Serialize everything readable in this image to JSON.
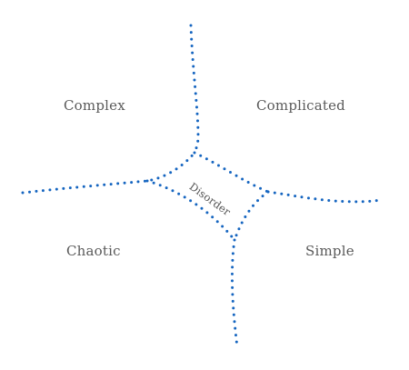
{
  "domains": {
    "complex": "Complex",
    "complicated": "Complicated",
    "chaotic": "Chaotic",
    "simple": "Simple",
    "disorder": "Disorder"
  },
  "colors": {
    "boundary": "#1565c0",
    "label": "#5a5a5a"
  }
}
